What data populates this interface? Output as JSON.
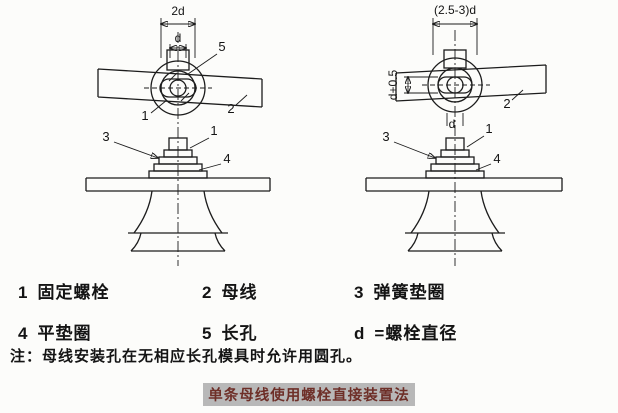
{
  "diagram": {
    "left": {
      "dim_washer": "2d",
      "dim_bolt": "d"
    },
    "right": {
      "dim_slot_length": "(2.5-3)d",
      "dim_slot_width": "d+0.5",
      "dim_bolt": "d"
    },
    "labels": {
      "bolt": "1",
      "busbar": "2",
      "spring_washer": "3",
      "flat_washer": "4",
      "slot": "5"
    }
  },
  "legend": {
    "items": [
      {
        "num": "1",
        "name": "固定螺栓"
      },
      {
        "num": "2",
        "name": "母线"
      },
      {
        "num": "3",
        "name": "弹簧垫圈"
      },
      {
        "num": "4",
        "name": "平垫圈"
      },
      {
        "num": "5",
        "name": "长孔"
      },
      {
        "num": "d",
        "name": "=螺栓直径"
      }
    ]
  },
  "note": "注：母线安装孔在无相应长孔模具时允许用圆孔。",
  "caption": "单条母线使用螺栓直接装置法"
}
